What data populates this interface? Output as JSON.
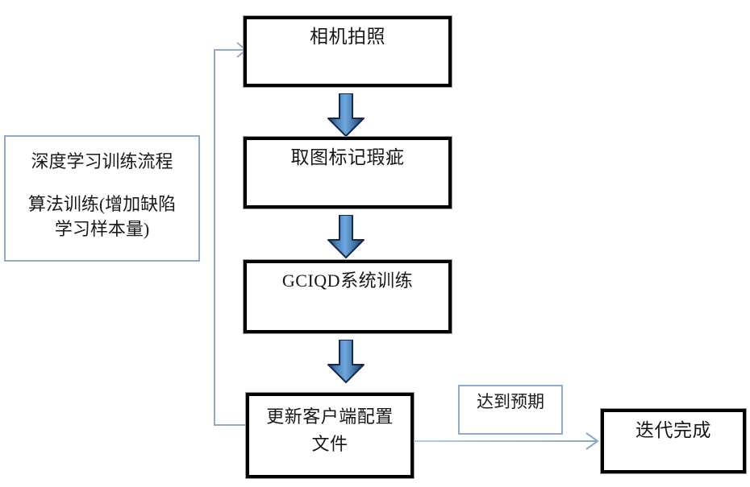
{
  "diagram": {
    "title_note": {
      "name": "deep-learning-training-process-note",
      "title": "深度学习训练流程",
      "body": "算法训练(增加缺陷\n学习样本量)"
    },
    "nodes": [
      {
        "id": "capture",
        "label": "相机拍照"
      },
      {
        "id": "mark",
        "label": "取图标记瑕疵"
      },
      {
        "id": "train",
        "label": "GCIQD系统训练"
      },
      {
        "id": "update",
        "label": "更新客户端配置\n文件"
      },
      {
        "id": "done",
        "label": "迭代完成"
      }
    ],
    "edge_labels": [
      {
        "id": "expect",
        "label": "达到预期"
      }
    ],
    "arrows": [
      {
        "id": "capture-to-mark",
        "type": "block-arrow-down"
      },
      {
        "id": "mark-to-train",
        "type": "block-arrow-down"
      },
      {
        "id": "train-to-update",
        "type": "block-arrow-down"
      },
      {
        "id": "update-to-capture",
        "type": "feedback-line-up"
      },
      {
        "id": "update-to-done",
        "type": "thin-line-right"
      }
    ],
    "colors": {
      "box_border": "#000000",
      "note_border": "#8faaca",
      "arrow_fill": "#5b9bd5",
      "arrow_edge": "#1f3864",
      "connector": "#93a9c4",
      "background": "#ffffff",
      "text": "#171717"
    }
  }
}
